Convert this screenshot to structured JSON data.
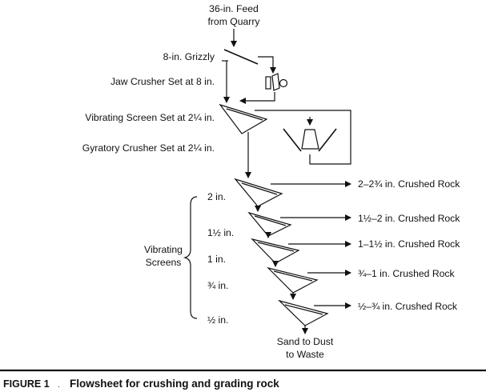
{
  "feed": {
    "line1": "36-in. Feed",
    "line2": "from Quarry"
  },
  "equipment": {
    "grizzly": "8-in. Grizzly",
    "jaw_crusher": "Jaw Crusher Set at 8 in.",
    "vibrating_screen": "Vibrating Screen Set at 2¼ in.",
    "gyratory_crusher": "Gyratory Crusher Set at 2¼ in."
  },
  "screens_group": {
    "label_line1": "Vibrating",
    "label_line2": "Screens",
    "sizes": [
      "2 in.",
      "1½ in.",
      "1 in.",
      "¾ in.",
      "½ in."
    ]
  },
  "products": [
    "2–2¾ in. Crushed Rock",
    "1½–2 in. Crushed Rock",
    "1–1½ in. Crushed Rock",
    "¾–1 in. Crushed Rock",
    "½–¾ in. Crushed Rock"
  ],
  "waste": {
    "line1": "Sand to Dust",
    "line2": "to Waste"
  },
  "caption": {
    "number": "FIGURE 1",
    "title": "Flowsheet for crushing and grading rock"
  }
}
